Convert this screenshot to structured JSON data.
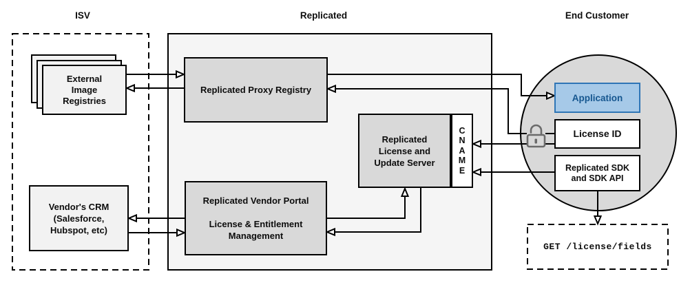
{
  "sections": {
    "isv": {
      "title": "ISV"
    },
    "replicated": {
      "title": "Replicated"
    },
    "end_customer": {
      "title": "End Customer"
    }
  },
  "nodes": {
    "external_registries": {
      "label": "External\nImage\nRegistries"
    },
    "vendors_crm": {
      "label": "Vendor's CRM\n(Salesforce,\nHubspot, etc)"
    },
    "proxy_registry": {
      "label": "Replicated Proxy Registry"
    },
    "license_update_server": {
      "label": "Replicated\nLicense and\nUpdate Server"
    },
    "cname": {
      "label": "CNAME"
    },
    "vendor_portal": {
      "label": "Replicated Vendor Portal\n\nLicense & Entitlement\nManagement"
    },
    "application": {
      "label": "Application"
    },
    "license_id": {
      "label": "License ID"
    },
    "replicated_sdk": {
      "label": "Replicated SDK\nand SDK API"
    },
    "get_endpoint": {
      "label": "GET /license/fields"
    }
  },
  "icons": {
    "unlock": "unlocked-padlock-icon"
  },
  "colors": {
    "application_fill": "#a6c9e8",
    "application_border": "#2e75b6",
    "application_text": "#15568f",
    "gray_node_fill": "#d9d9d9",
    "light_panel_fill": "#f5f5f5",
    "light_node_fill": "#f2f2f2",
    "stroke": "#000000",
    "lock_icon": "#6b6b6b"
  }
}
